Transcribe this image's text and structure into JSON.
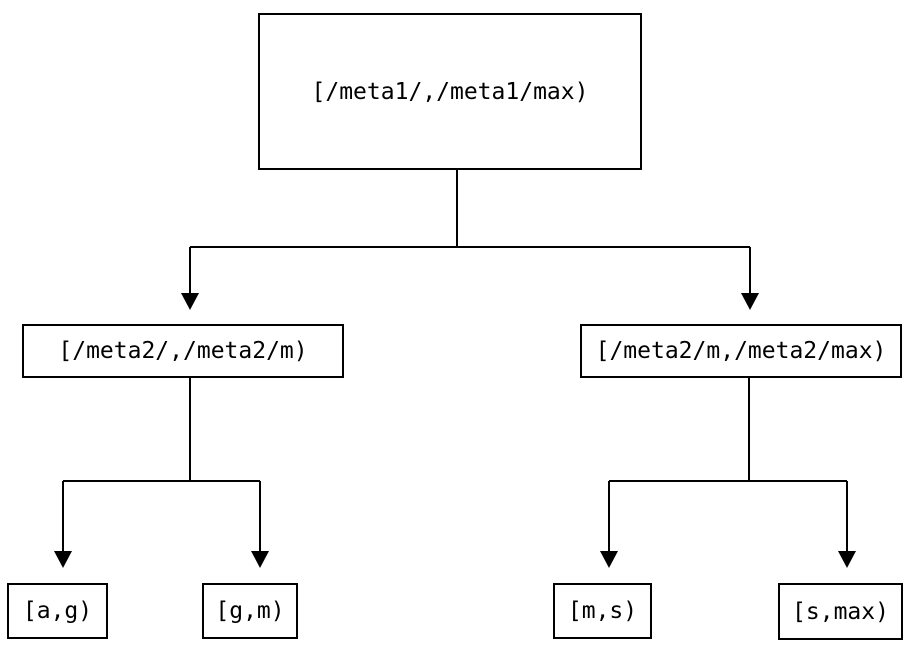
{
  "diagram": {
    "type": "tree",
    "background_color": "#ffffff",
    "line_color": "#000000",
    "text_color": "#000000",
    "nodes": {
      "root": {
        "label": "[/meta1/,/meta1/max)"
      },
      "left_child": {
        "label": "[/meta2/,/meta2/m)"
      },
      "right_child": {
        "label": "[/meta2/m,/meta2/max)"
      },
      "leaf_a_g": {
        "label": "[a,g)"
      },
      "leaf_g_m": {
        "label": "[g,m)"
      },
      "leaf_m_s": {
        "label": "[m,s)"
      },
      "leaf_s_max": {
        "label": "[s,max)"
      }
    },
    "edges": [
      {
        "from": "root",
        "to": "left_child"
      },
      {
        "from": "root",
        "to": "right_child"
      },
      {
        "from": "left_child",
        "to": "leaf_a_g"
      },
      {
        "from": "left_child",
        "to": "leaf_g_m"
      },
      {
        "from": "right_child",
        "to": "leaf_m_s"
      },
      {
        "from": "right_child",
        "to": "leaf_s_max"
      }
    ]
  }
}
